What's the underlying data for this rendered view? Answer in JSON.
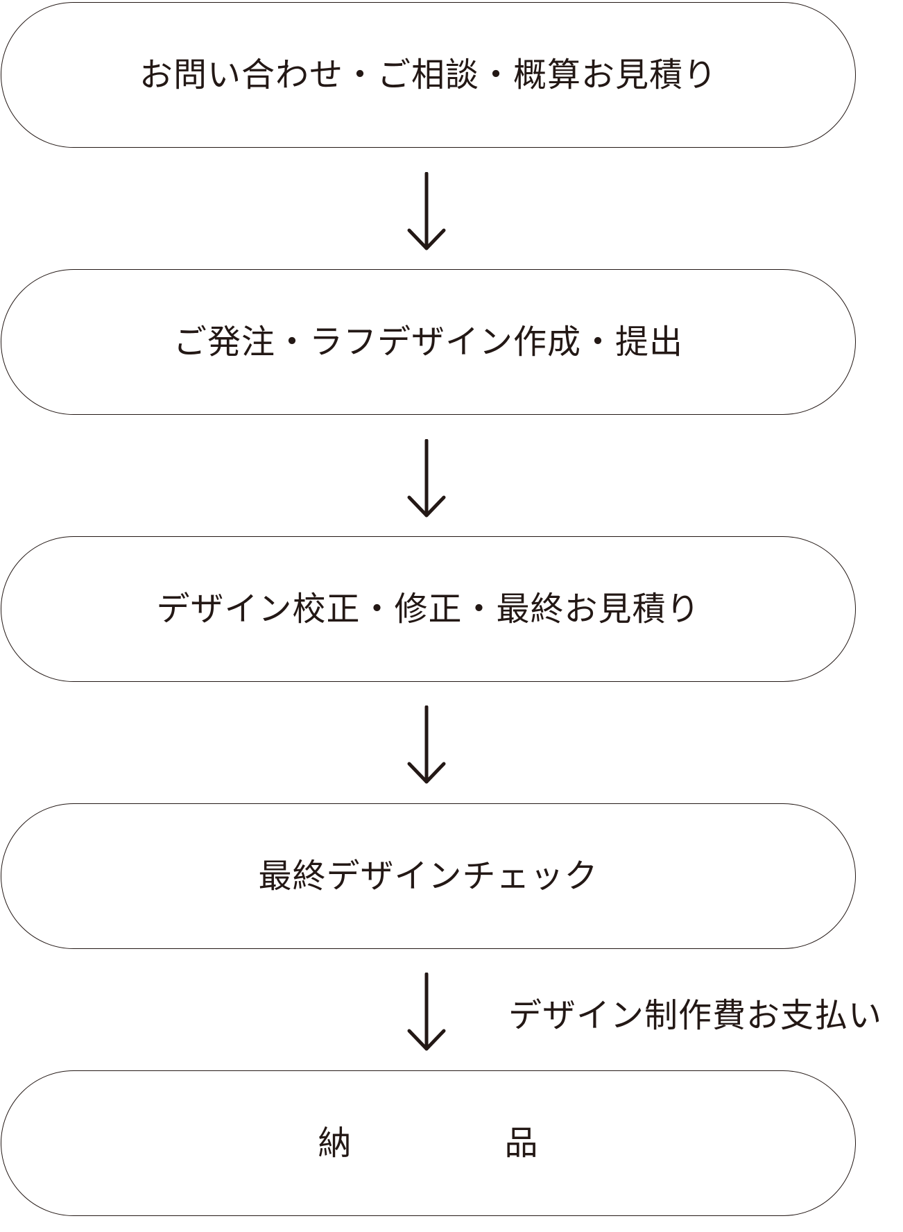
{
  "steps": [
    {
      "label": "お問い合わせ・ご相談・概算お見積り"
    },
    {
      "label": "ご発注・ラフデザイン作成・提出"
    },
    {
      "label": "デザイン校正・修正・最終お見積り"
    },
    {
      "label": "最終デザインチェック"
    },
    {
      "label_left": "納",
      "label_right": "品"
    }
  ],
  "payment_note": "デザイン制作費お支払い",
  "colors": {
    "stroke": "#231815",
    "background": "#ffffff"
  },
  "icons": [
    "arrow-down-icon"
  ]
}
